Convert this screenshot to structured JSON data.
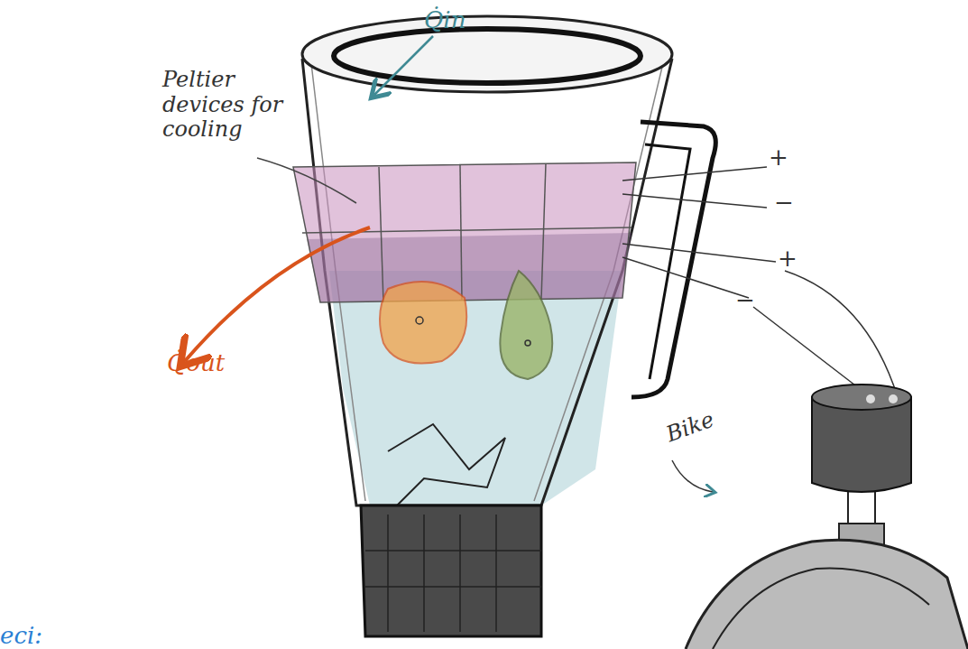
{
  "diagram": {
    "labels": [
      "Peltier devices for cooling",
      "Q̇in",
      "Q̇out",
      "+",
      "−",
      "+",
      "−",
      "Bike",
      "eci:"
    ]
  }
}
